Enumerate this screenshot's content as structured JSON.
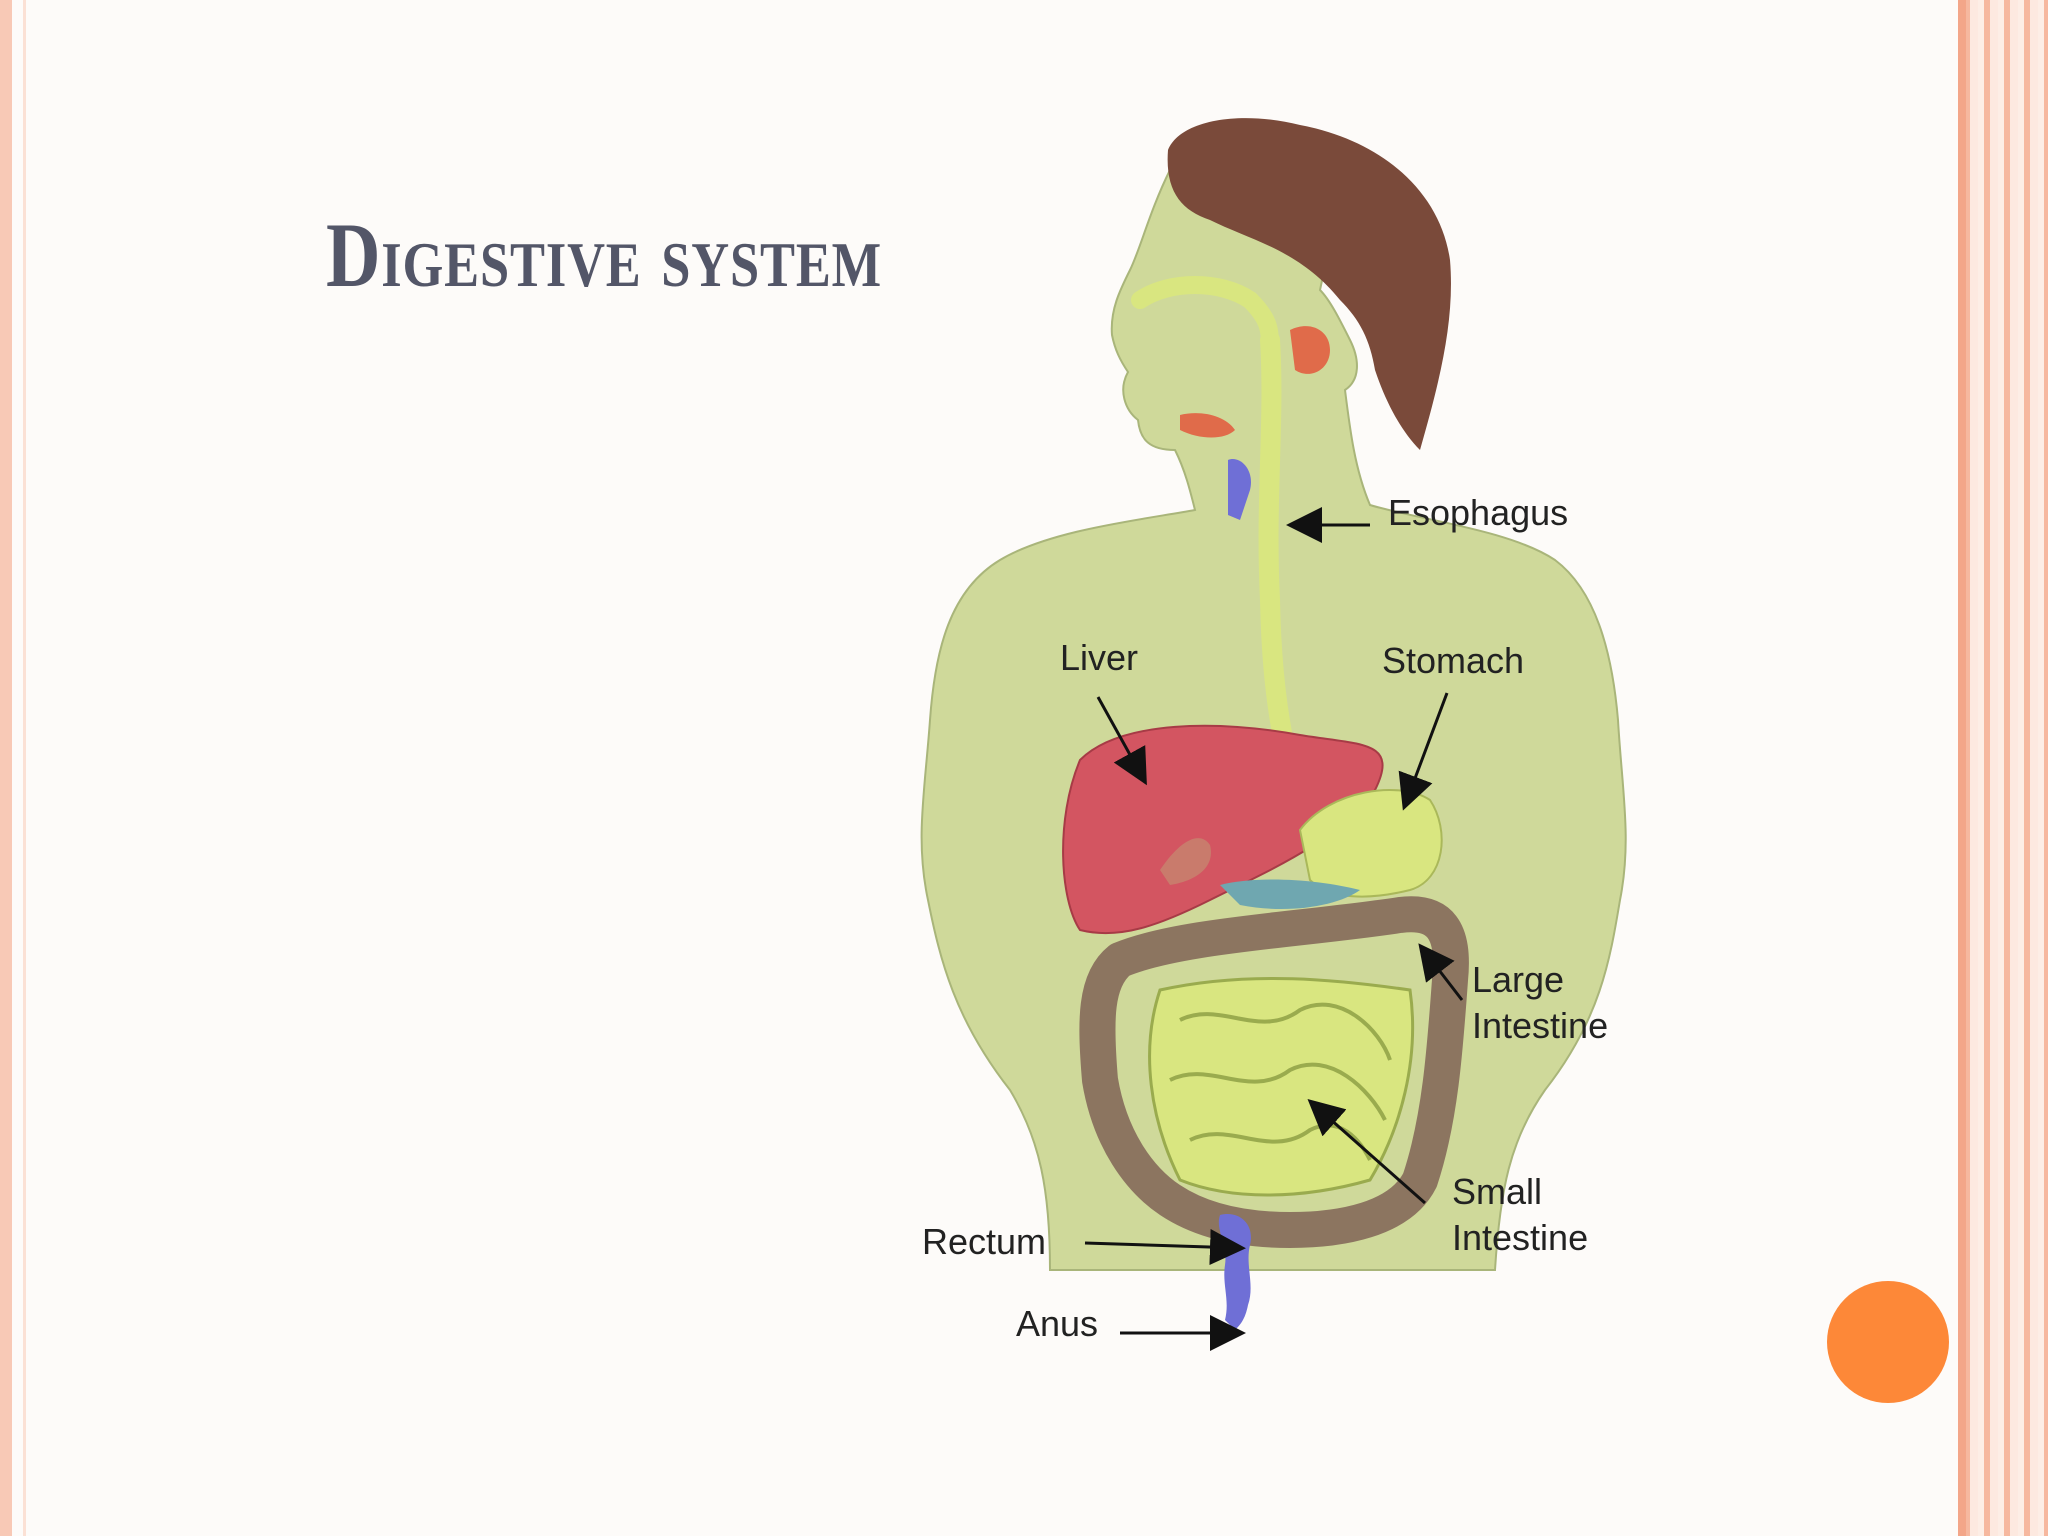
{
  "slide": {
    "title": "Digestive system"
  },
  "diagram": {
    "labels": {
      "esophagus": "Esophagus",
      "liver": "Liver",
      "stomach": "Stomach",
      "large_intestine_1": "Large",
      "large_intestine_2": "Intestine",
      "small_intestine_1": "Small",
      "small_intestine_2": "Intestine",
      "rectum": "Rectum",
      "anus": "Anus"
    }
  },
  "colors": {
    "title": "#535668",
    "accent_dot": "#fd8838",
    "frame": "#f6b89f",
    "skin": "#cfd99a",
    "hair": "#7a4a3a",
    "liver": "#d35561",
    "digestive_tract": "#d9e680",
    "large_intestine": "#8c7560",
    "rectum": "#6f6fd6"
  }
}
